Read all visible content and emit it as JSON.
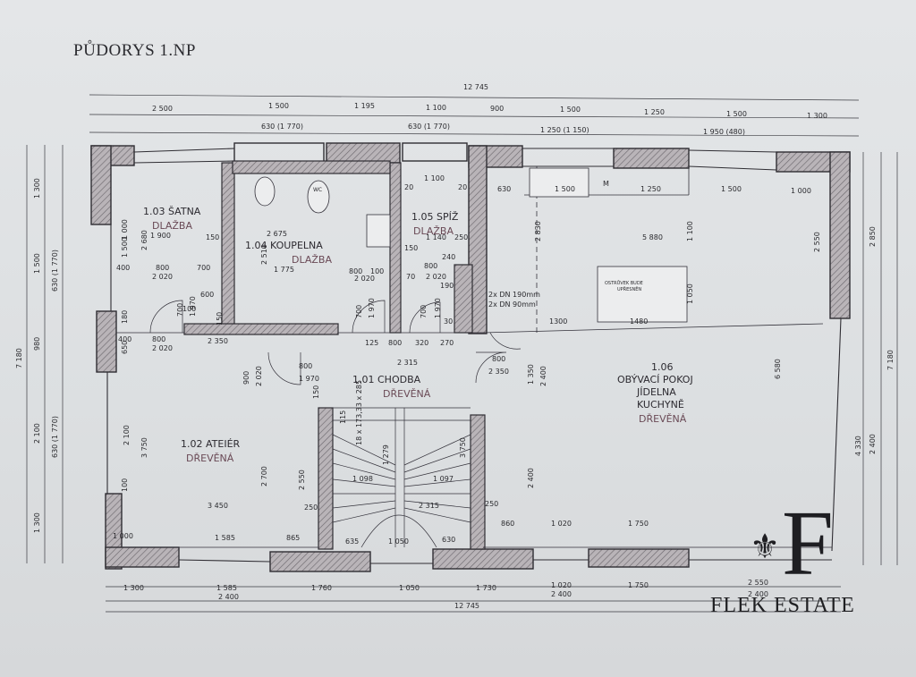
{
  "title": "PŮDORYS 1.NP",
  "brand": {
    "name": "FLEK ESTATE",
    "logo_letter": "F"
  },
  "overall": {
    "width": "12 745",
    "depth": "7 180"
  },
  "top_row1": [
    "2 500",
    "1 500",
    "1 195",
    "1 100",
    "900",
    "1 500",
    "1 250",
    "1 500",
    "1 300"
  ],
  "top_row2": [
    "630 (1 770)",
    "630 (1 770)",
    "1 250 (1 150)",
    "1 950 (480)"
  ],
  "bottom_row1": [
    "1 300",
    "1 585",
    "1 760",
    "1 050",
    "1 730",
    "1 020",
    "1 750",
    "2 550"
  ],
  "bottom_row2": [
    "2 400",
    "2 400",
    "2 400"
  ],
  "left_dims": [
    "1 300",
    "1 500",
    "630 (1 770)",
    "980",
    "7 180",
    "2 100",
    "630 (1 770)",
    "1 300"
  ],
  "right_dims": [
    "2 850",
    "7 180",
    "2 550",
    "6 580",
    "4 330",
    "2 400"
  ],
  "rooms": [
    {
      "id": "1.03",
      "name": "1.03 ŠATNA",
      "floor": "DLAŽBA"
    },
    {
      "id": "1.04",
      "name": "1.04 KOUPELNA",
      "floor": "DLAŽBA"
    },
    {
      "id": "1.05",
      "name": "1.05 SPÍŽ",
      "floor": "DLAŽBA"
    },
    {
      "id": "1.01",
      "name": "1.01 CHODBA",
      "floor": "DŘEVĚNÁ"
    },
    {
      "id": "1.02",
      "name": "1.02 ATEIÉR",
      "floor": "DŘEVĚNÁ"
    },
    {
      "id": "1.06a",
      "name": "1.06",
      "floor": "DŘEVĚNÁ"
    },
    {
      "id": "1.06b",
      "name": "OBÝVACÍ POKOJ"
    },
    {
      "id": "1.06c",
      "name": "JÍDELNA"
    },
    {
      "id": "1.06d",
      "name": "KUCHYNĚ"
    }
  ],
  "notes": [
    "2x DN 190mm",
    "2x DN 90mm",
    "OSTRŮVEK BUDE UPŘESNĚN",
    "WC",
    "M",
    "2 675",
    "2 510",
    "5 880",
    "1 300",
    "1 480",
    "2 315",
    "3 450",
    "2 700",
    "3 750",
    "2 550",
    "1 098",
    "1 097",
    "1 279",
    "18 x 173,33 x 285",
    "1 970",
    "2 020",
    "800",
    "700",
    "150",
    "250",
    "1 585",
    "865",
    "635",
    "1 050",
    "630",
    "860",
    "1 020",
    "1 750",
    "2 400",
    "1 350",
    "2 830",
    "1 100",
    "1 050",
    "1 500",
    "1 250",
    "1 000",
    "630",
    "1 900",
    "2 680",
    "400",
    "600",
    "100",
    "240",
    "190",
    "70",
    "30",
    "125",
    "320",
    "270",
    "2 350",
    "900",
    "1 140",
    "20"
  ]
}
